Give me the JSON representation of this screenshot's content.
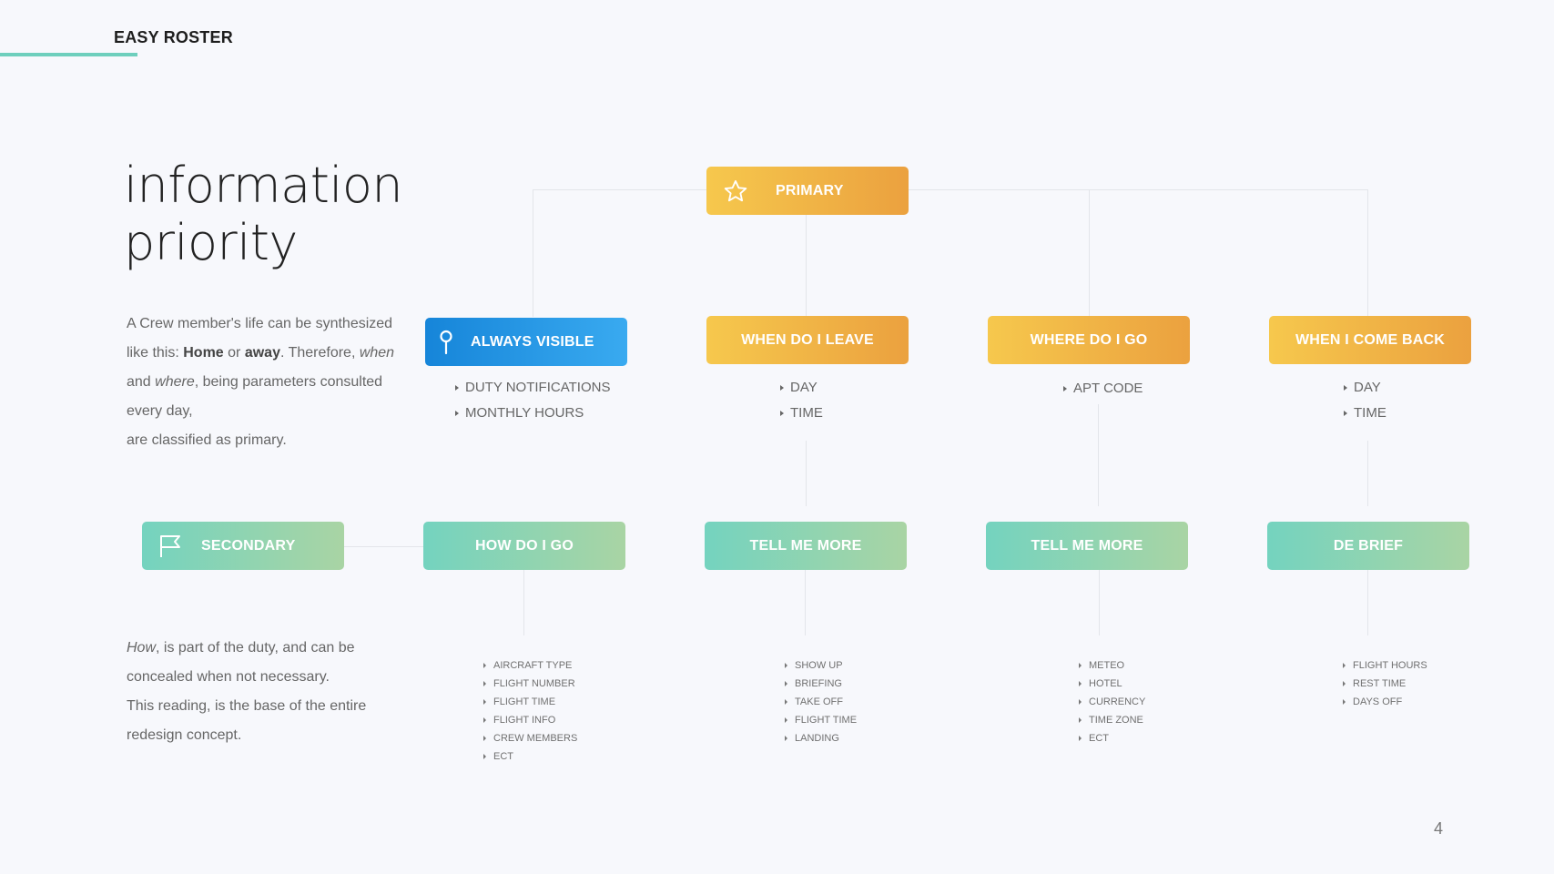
{
  "header": {
    "brand": "EASY ROSTER"
  },
  "title": {
    "line1": "information",
    "line2": "priority"
  },
  "primary_text": {
    "line1_plain": "A Crew member's life can be synthesized",
    "line2_a": "like this: ",
    "line2_home": "Home",
    "line2_b": " or ",
    "line2_away": "away",
    "line2_c": ".  Therefore, ",
    "line2_when": "when",
    "line3_a": "and ",
    "line3_where": "where",
    "line3_b": ", being parameters consulted",
    "line4": "every day,",
    "line5": "are classified as primary."
  },
  "secondary_text": {
    "line1_how": "How",
    "line1_rest": ", is part of the duty, and can be",
    "line2": "concealed when not necessary.",
    "line3": "This reading, is the base of the entire",
    "line4": "redesign concept."
  },
  "primary": {
    "label": "PRIMARY",
    "icon": "star-icon"
  },
  "secondary": {
    "label": "SECONDARY",
    "icon": "flag-icon"
  },
  "primary_nodes": [
    {
      "label": "ALWAYS VISIBLE",
      "icon": "pin-icon",
      "items": [
        "DUTY NOTIFICATIONS",
        "MONTHLY HOURS"
      ]
    },
    {
      "label": "WHEN DO I LEAVE",
      "items": [
        "DAY",
        "TIME"
      ]
    },
    {
      "label": "WHERE DO I GO",
      "items": [
        "APT CODE"
      ]
    },
    {
      "label": "WHEN I COME BACK",
      "items": [
        "DAY",
        "TIME"
      ]
    }
  ],
  "secondary_nodes": [
    {
      "label": "HOW DO I GO",
      "items": [
        "AIRCRAFT TYPE",
        "FLIGHT NUMBER",
        "FLIGHT TIME",
        "FLIGHT INFO",
        "CREW MEMBERS",
        "ECT"
      ]
    },
    {
      "label": "TELL ME MORE",
      "items": [
        "SHOW UP",
        "BRIEFING",
        "TAKE OFF",
        "FLIGHT TIME",
        "LANDING"
      ]
    },
    {
      "label": "TELL ME MORE",
      "items": [
        "METEO",
        "HOTEL",
        "CURRENCY",
        "TIME ZONE",
        "ECT"
      ]
    },
    {
      "label": "DE BRIEF",
      "items": [
        "FLIGHT HOURS",
        "REST TIME",
        "DAYS OFF"
      ]
    }
  ],
  "page_number": "4",
  "colors": {
    "accent_teal": "#6ecfbd",
    "orange_start": "#f6c84d",
    "orange_end": "#eba13f",
    "blue_start": "#1685d9",
    "blue_end": "#39aaf0",
    "teal_start": "#74d3bf",
    "teal_end": "#a9d4a4"
  }
}
